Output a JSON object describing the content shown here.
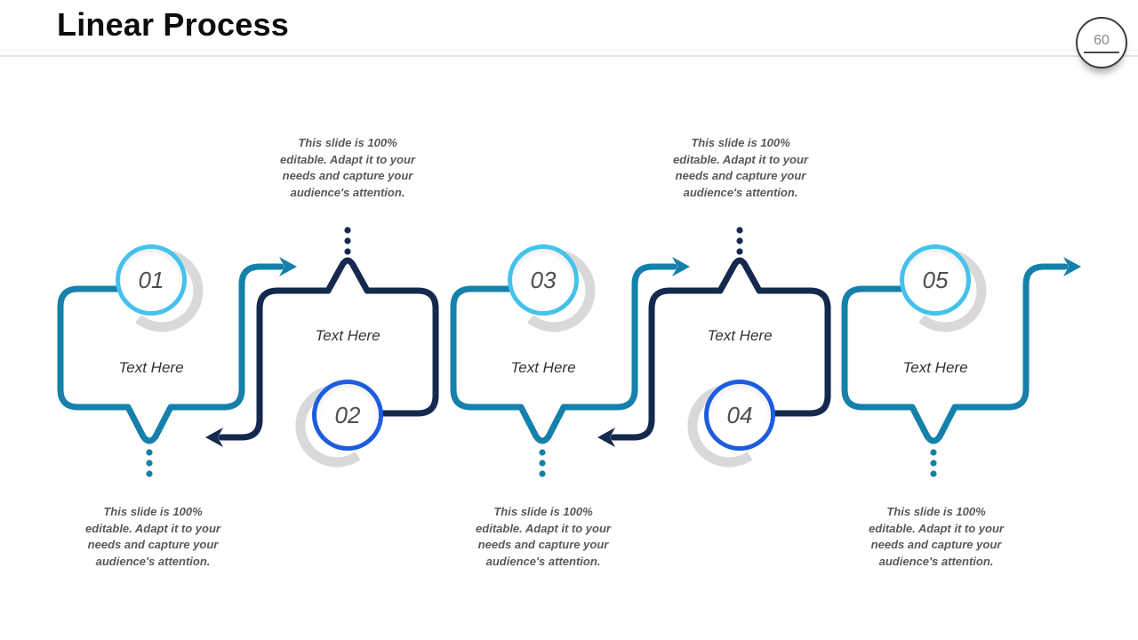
{
  "slide": {
    "title": "Linear Process",
    "page_number": "60"
  },
  "colors": {
    "teal_connector": "#1580aa",
    "navy_connector": "#14294e",
    "cyan_circle_border": "#44c2ea",
    "blue_circle_border": "#1c5ce0",
    "arc_gray": "#d9d9d9",
    "title_text": "#0d0d0d",
    "body_text": "#58595b"
  },
  "steps": [
    {
      "number": "01",
      "label": "Text Here"
    },
    {
      "number": "02",
      "label": "Text Here"
    },
    {
      "number": "03",
      "label": "Text Here"
    },
    {
      "number": "04",
      "label": "Text Here"
    },
    {
      "number": "05",
      "label": "Text Here"
    }
  ],
  "notes": [
    {
      "position": "below-step-1",
      "text": "This slide is 100% editable. Adapt it to your needs and capture your audience's attention.",
      "lines": [
        "This slide is 100%",
        "editable. Adapt it to your",
        "needs and capture your",
        "audience's attention."
      ]
    },
    {
      "position": "above-step-2",
      "text": "This slide is 100% editable. Adapt it to your needs and capture your audience's attention.",
      "lines": [
        "This slide is 100%",
        "editable. Adapt it to your",
        "needs and capture your",
        "audience's attention."
      ]
    },
    {
      "position": "below-step-3",
      "text": "This slide is 100% editable. Adapt it to your needs and capture your audience's attention.",
      "lines": [
        "This slide is 100%",
        "editable. Adapt it to your",
        "needs and capture your",
        "audience's attention."
      ]
    },
    {
      "position": "above-step-4",
      "text": "This slide is 100% editable. Adapt it to your needs and capture your audience's attention.",
      "lines": [
        "This slide is 100%",
        "editable. Adapt it to your",
        "needs and capture your",
        "audience's attention."
      ]
    },
    {
      "position": "below-step-5",
      "text": "This slide is 100% editable. Adapt it to your needs and capture your audience's attention.",
      "lines": [
        "This slide is 100%",
        "editable. Adapt it to your",
        "needs and capture your",
        "audience's attention."
      ]
    }
  ]
}
